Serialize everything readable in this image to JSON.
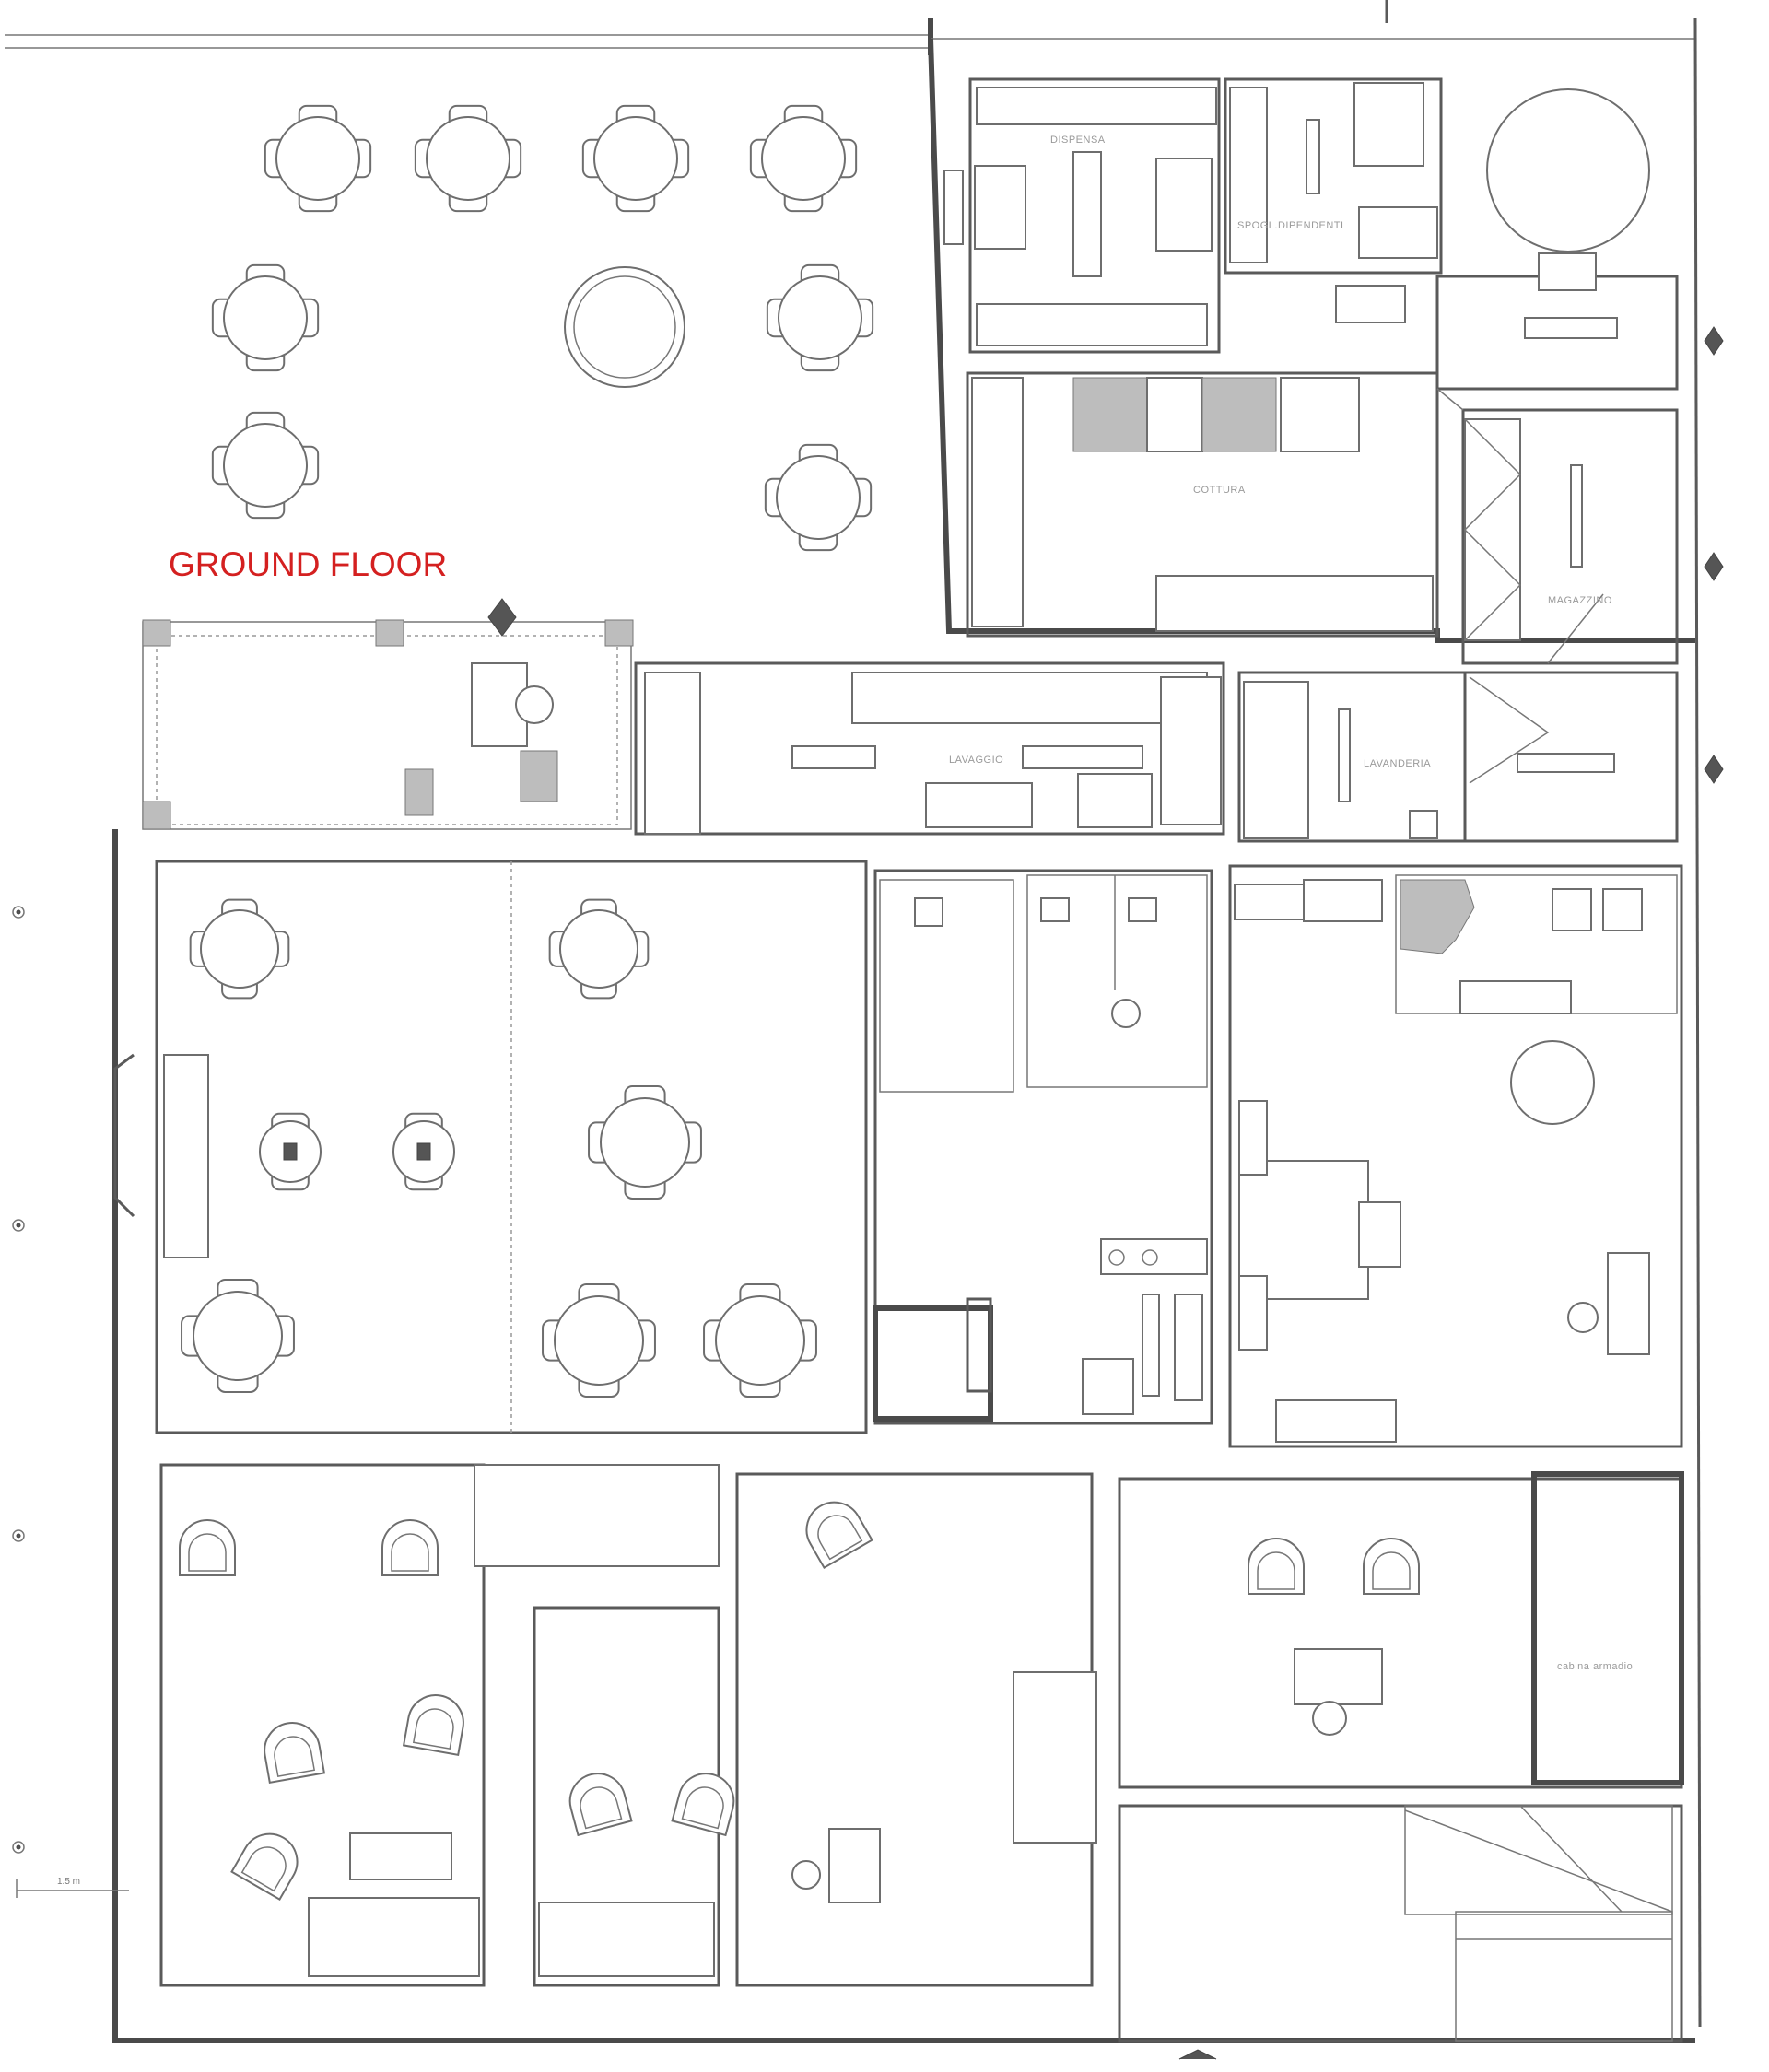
{
  "floor_title": "GROUND FLOOR",
  "title_color": "#d42020",
  "scale_label": "1.5 m",
  "rooms": {
    "pantry": "DISPENSA",
    "staff_changing": "SPOGL.DIPENDENTI",
    "kitchen": "COTTURA",
    "warehouse": "MAGAZZINO",
    "washing": "LAVAGGIO",
    "laundry": "LAVANDERIA",
    "closet": "cabina armadio"
  }
}
